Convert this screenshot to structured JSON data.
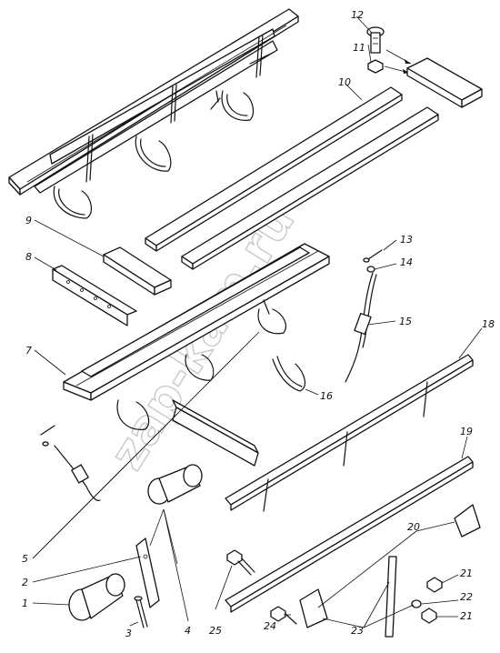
{
  "figure": {
    "watermark": "zap-kam.ru",
    "labels": [
      "1",
      "2",
      "3",
      "4",
      "5",
      "7",
      "8",
      "9",
      "10",
      "11",
      "12",
      "13",
      "14",
      "15",
      "16",
      "18",
      "19",
      "20",
      "21",
      "22",
      "21",
      "23",
      "24",
      "25"
    ]
  }
}
